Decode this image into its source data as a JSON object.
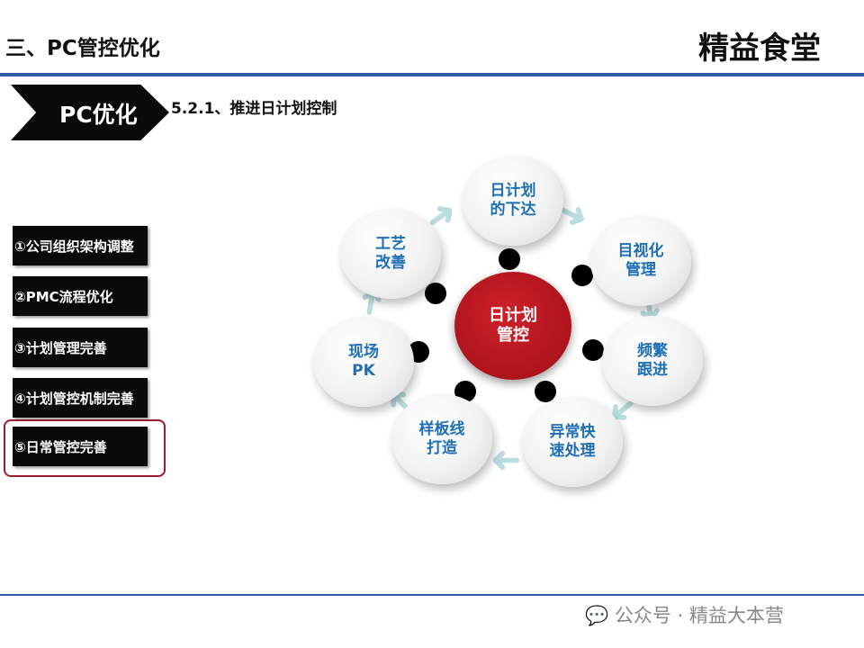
{
  "header": {
    "title": "三、PC管控优化",
    "brand": "精益食堂"
  },
  "section": {
    "badge": "PC优化",
    "subtitle": "5.2.1、推进日计划控制"
  },
  "menu": [
    "①公司组织架构调整",
    "②PMC流程优化",
    "③计划管理完善",
    "④计划管控机制完善",
    "⑤日常管控完善"
  ],
  "active_menu_index": 4,
  "diagram": {
    "center": "日计划\n管控",
    "nodes": [
      "日计划\n的下达",
      "目视化\n管理",
      "频繁\n跟进",
      "异常快\n速处理",
      "样板线\n打造",
      "现场\nPK",
      "工艺\n改善"
    ]
  },
  "colors": {
    "accent": "#2f5c9e",
    "node_text": "#1f6fb5",
    "center": "#c0161f",
    "highlight": "#9b1c2b"
  },
  "footer": {
    "watermark": "公众号 · 精益大本营"
  }
}
